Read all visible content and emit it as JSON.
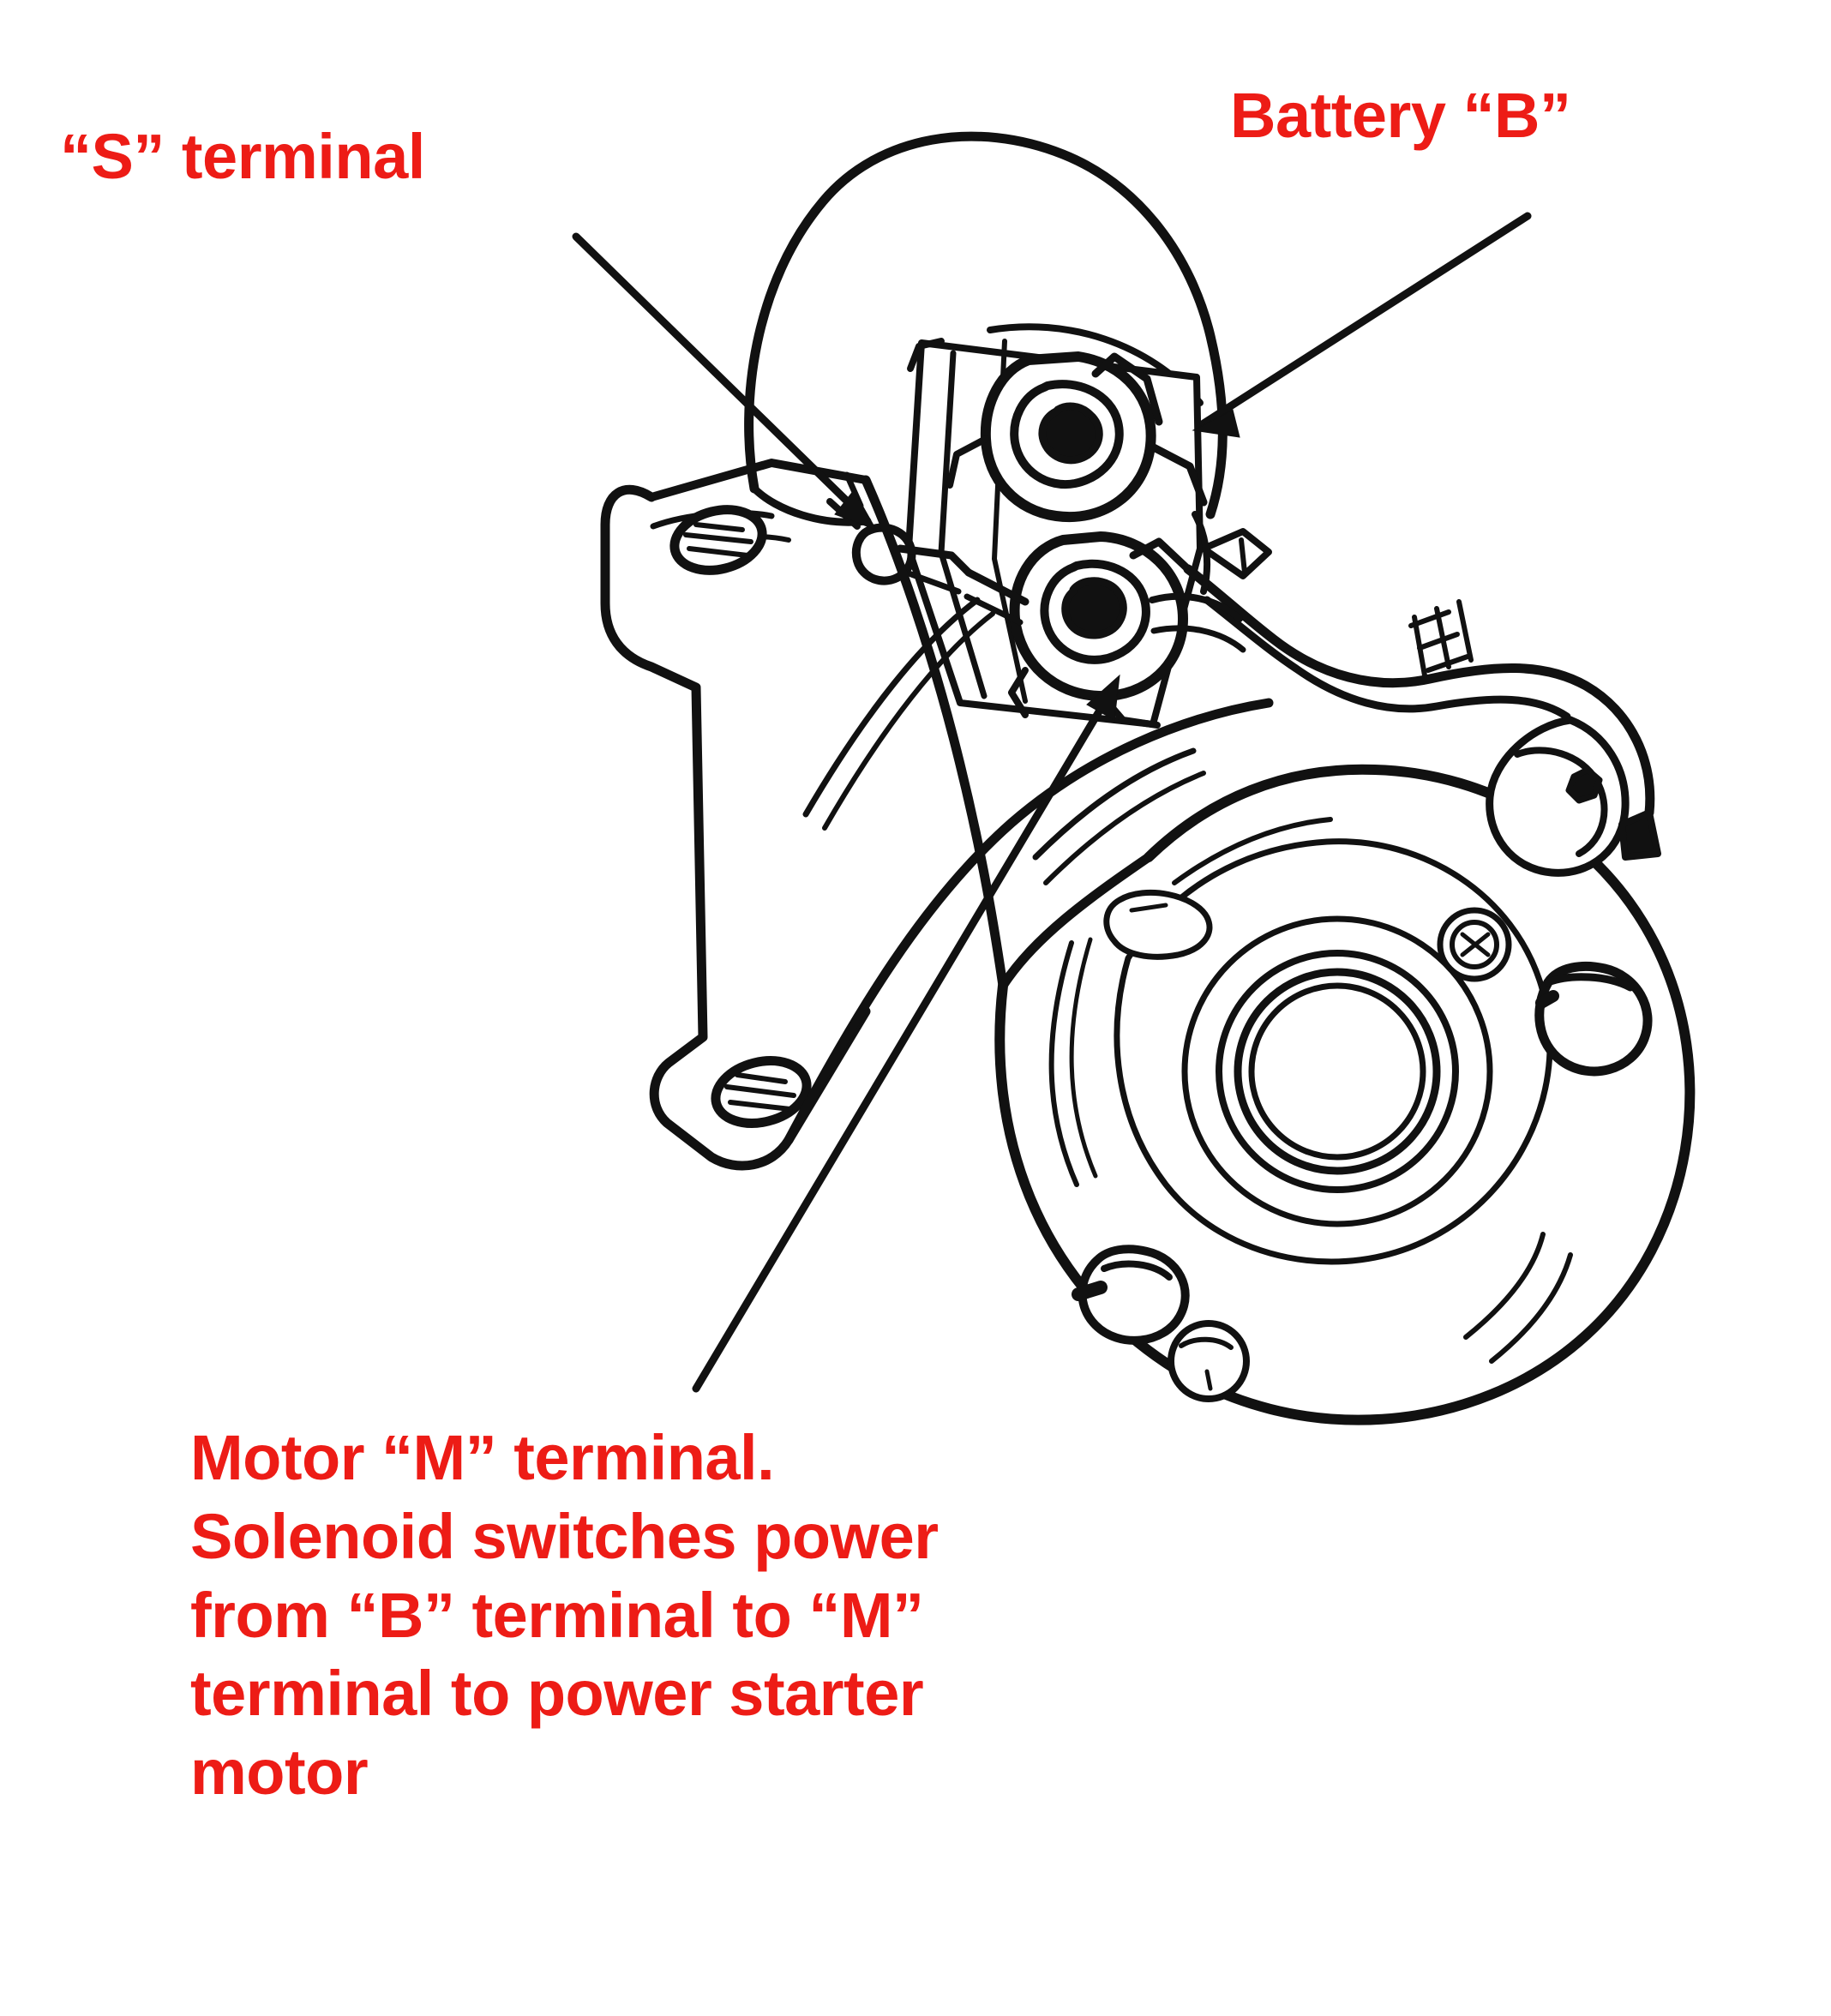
{
  "diagram": {
    "title": "Starter motor solenoid terminal identification diagram",
    "subject": "automotive starter motor with solenoid",
    "line_color": "#000000",
    "background_color": "#ffffff",
    "annotation_color": "#ED1C16"
  },
  "annotations": {
    "s_terminal": {
      "text": "“S” terminal",
      "leader": "line from label down-right to small S stud on solenoid"
    },
    "battery_terminal": {
      "text": "Battery “B”",
      "leader": "line from label down-left to upper large terminal nut"
    },
    "motor_terminal": {
      "lines": [
        "Motor “M” terminal.",
        "Solenoid switches power",
        "from “B” terminal to “M”",
        "terminal to power starter",
        "motor"
      ],
      "full_text": "Motor “M” terminal. Solenoid switches power from “B” terminal to “M” terminal to power starter motor",
      "leader": "long line from text block up-right to lower large terminal nut"
    }
  },
  "parts": {
    "solenoid_body": "solenoid-barrel",
    "b_terminal_nut": "battery-terminal-nut",
    "m_terminal_nut": "motor-terminal-nut",
    "s_terminal_stud": "s-terminal-stud",
    "mounting_flange": "mounting-flange-with-two-bolt-holes",
    "motor_housing": "starter-motor-housing",
    "drive_end_housing": "drive-end-housing-circular",
    "pinion_bore": "center-pinion-bore",
    "battery_cable": "battery-cable-with-lug",
    "cable_lug": "cable-lug-crosshatched"
  }
}
